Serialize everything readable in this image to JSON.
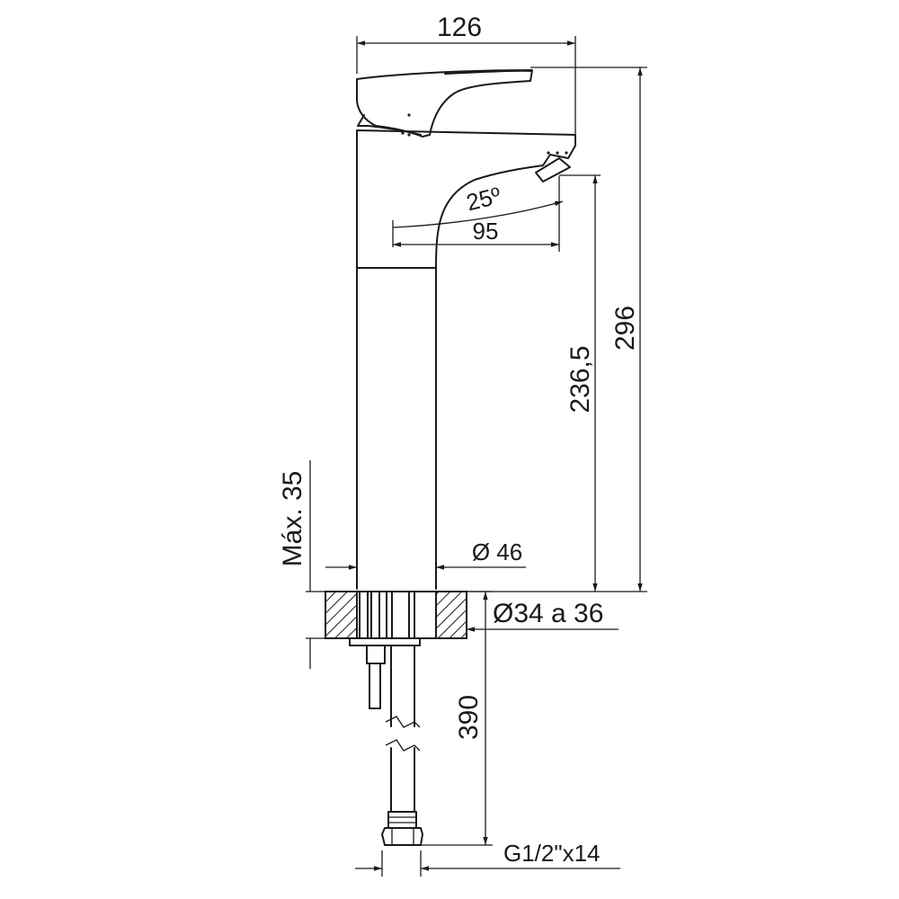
{
  "drawing": {
    "dimensions": {
      "overall_width": "126",
      "spout_angle": "25º",
      "spout_reach": "95",
      "spout_height": "236,5",
      "total_height": "296",
      "max_deck_thickness": "Máx. 35",
      "body_diameter": "Ø 46",
      "hole_diameter": "Ø34 a 36",
      "hose_length": "390",
      "hose_thread": "G1/2\"x14"
    },
    "colors": {
      "line": "#1a1a1a",
      "background": "#ffffff"
    }
  }
}
